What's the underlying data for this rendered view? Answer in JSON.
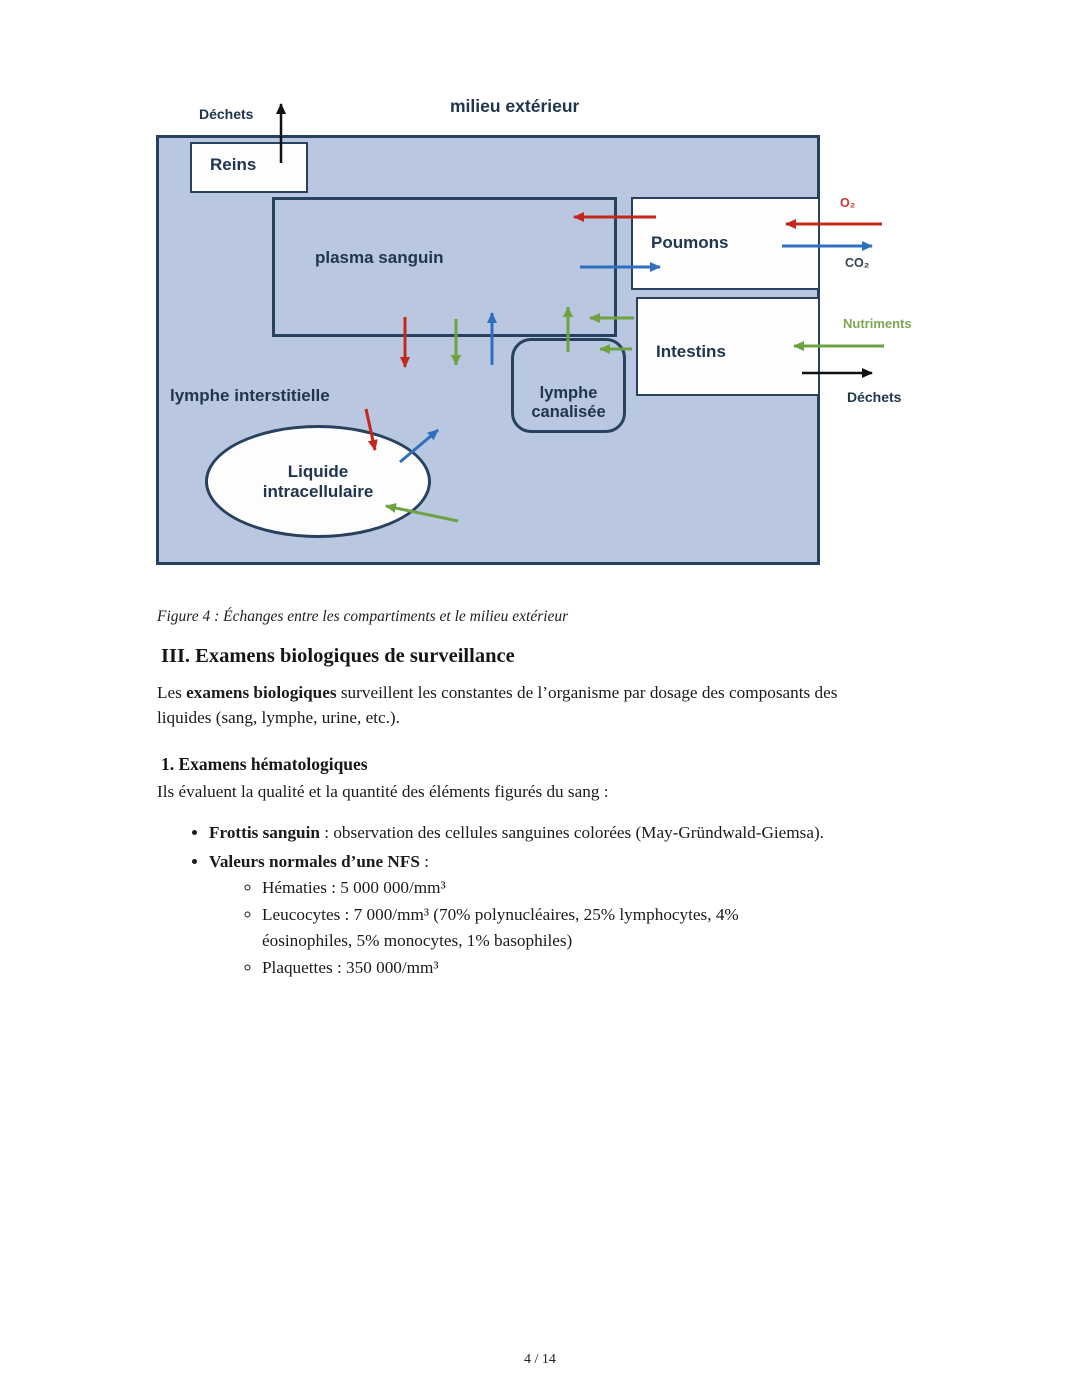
{
  "diagram": {
    "milieu_exterieur": "milieu extérieur",
    "dechets_top": "Déchets",
    "reins": "Reins",
    "plasma_sanguin": "plasma sanguin",
    "poumons": "Poumons",
    "intestins": "Intestins",
    "o2": "O₂",
    "co2": "CO₂",
    "nutriments": "Nutriments",
    "dechets_right": "Déchets",
    "lymphe_interstitielle": "lymphe interstitielle",
    "lymphe_canalisee_line1": "lymphe",
    "lymphe_canalisee_line2": "canalisée",
    "liquide_line1": "Liquide",
    "liquide_line2": "intracellulaire",
    "colors": {
      "box_fill": "#b9c7e1",
      "border": "#27415f",
      "arrow_red": "#c4281c",
      "arrow_green": "#6fa342",
      "arrow_blue": "#2e6fc0",
      "arrow_black": "#111111",
      "label_navy": "#20364f",
      "label_green": "#7fa653"
    }
  },
  "caption": "Figure 4 : Échanges entre les compartiments et le milieu extérieur",
  "section": {
    "title": "III. Examens biologiques de surveillance",
    "p1_pre": "Les ",
    "p1_bold": "examens biologiques",
    "p1_post": " surveillent les constantes de l’organisme par dosage des composants des liquides (sang, lymphe, urine, etc.).",
    "sub1_title": "1. Examens hématologiques",
    "p2": "Ils évaluent la qualité et la quantité des éléments figurés du sang :",
    "bullets": [
      {
        "bold": "Frottis sanguin",
        "rest": " : observation des cellules sanguines colorées (May-Gründwald-Giemsa)."
      },
      {
        "bold": "Valeurs normales d’une NFS",
        "rest": " :"
      }
    ],
    "sub_bullets": [
      "Hématies : 5 000 000/mm³",
      "Leucocytes : 7 000/mm³ (70% polynucléaires, 25% lymphocytes, 4% éosinophiles, 5% monocytes, 1% basophiles)",
      "Plaquettes : 350 000/mm³"
    ]
  },
  "footer": {
    "page_number": "4 / 14"
  }
}
